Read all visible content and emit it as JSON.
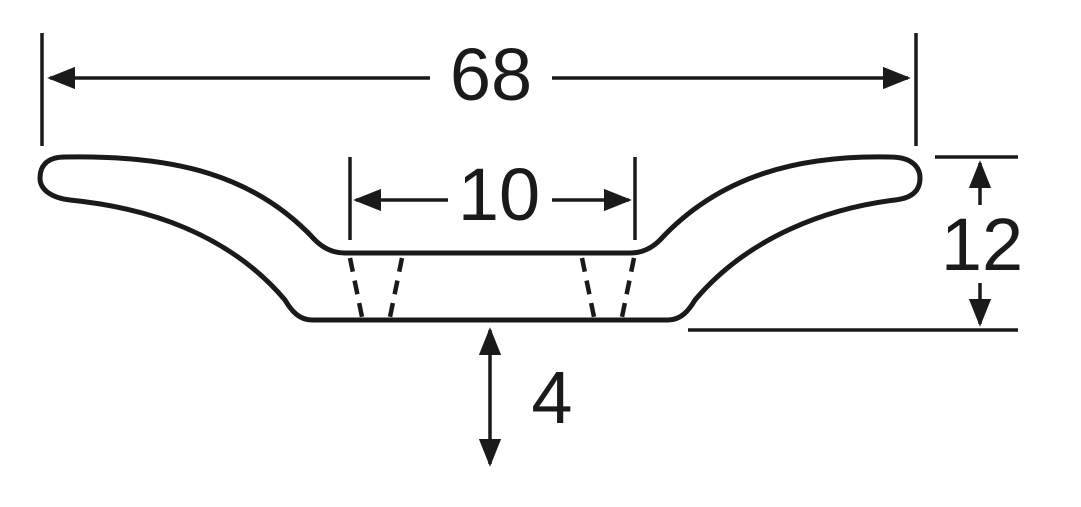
{
  "diagram": {
    "dimensions": {
      "overall_length": "68",
      "inner_length": "10",
      "height": "12",
      "base_thickness": "4"
    },
    "colors": {
      "line": "#1a1a1a",
      "background": "#ffffff"
    }
  }
}
